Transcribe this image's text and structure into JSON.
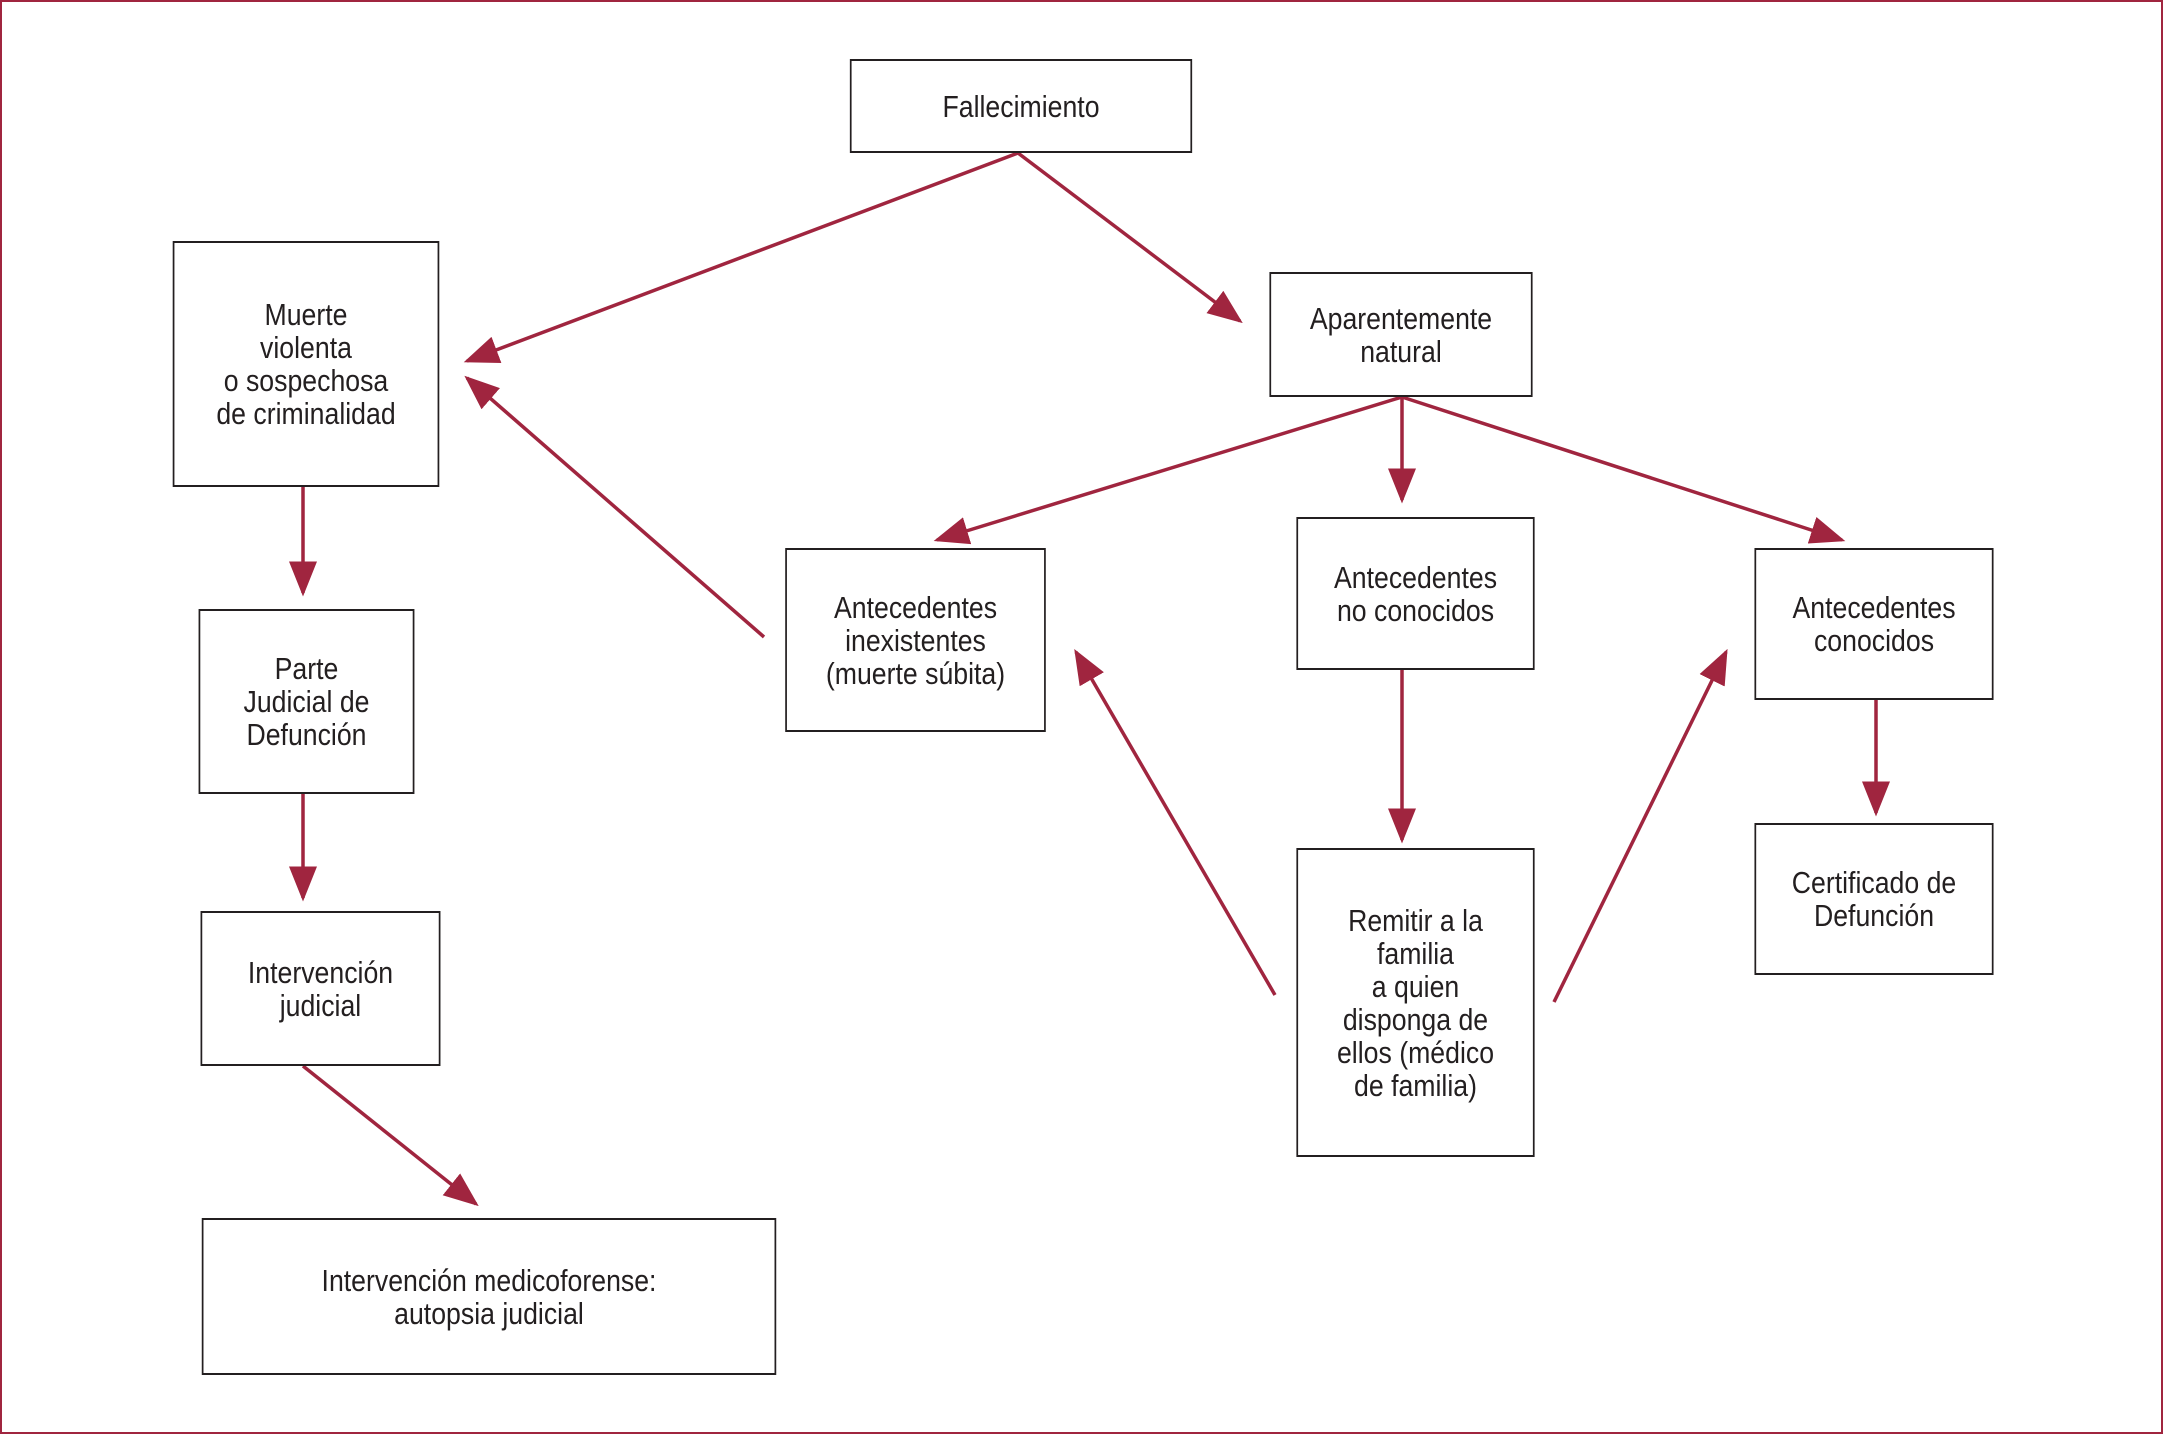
{
  "theme": {
    "arrow_color": "#a0253f",
    "border_color": "#a0253f",
    "box_border": "#231f20",
    "text_color": "#231f20"
  },
  "nodes": {
    "fallecimiento": "Fallecimiento",
    "muerte_violenta": "Muerte\nviolenta\no sospechosa\nde criminalidad",
    "aparentemente_natural": "Aparentemente\nnatural",
    "parte_judicial": "Parte\nJudicial de\nDefunción",
    "antecedentes_inexistentes": "Antecedentes\ninexistentes\n(muerte súbita)",
    "antecedentes_no_conocidos": "Antecedentes\nno conocidos",
    "antecedentes_conocidos": "Antecedentes\nconocidos",
    "intervencion_judicial": "Intervención\njudicial",
    "certificado": "Certificado de\nDefunción",
    "remitir_familia": "Remitir a la\nfamilia\na quien\ndisponga de\nellos (médico\nde familia)",
    "intervencion_medicoforense": "Intervención medicoforense:\nautopsia judicial"
  },
  "edges": [
    [
      "fallecimiento",
      "muerte_violenta"
    ],
    [
      "fallecimiento",
      "aparentemente_natural"
    ],
    [
      "muerte_violenta",
      "parte_judicial"
    ],
    [
      "parte_judicial",
      "intervencion_judicial"
    ],
    [
      "intervencion_judicial",
      "intervencion_medicoforense"
    ],
    [
      "aparentemente_natural",
      "antecedentes_inexistentes"
    ],
    [
      "aparentemente_natural",
      "antecedentes_no_conocidos"
    ],
    [
      "aparentemente_natural",
      "antecedentes_conocidos"
    ],
    [
      "antecedentes_inexistentes",
      "muerte_violenta"
    ],
    [
      "antecedentes_no_conocidos",
      "remitir_familia"
    ],
    [
      "remitir_familia",
      "antecedentes_inexistentes"
    ],
    [
      "remitir_familia",
      "antecedentes_conocidos"
    ],
    [
      "antecedentes_conocidos",
      "certificado"
    ]
  ]
}
